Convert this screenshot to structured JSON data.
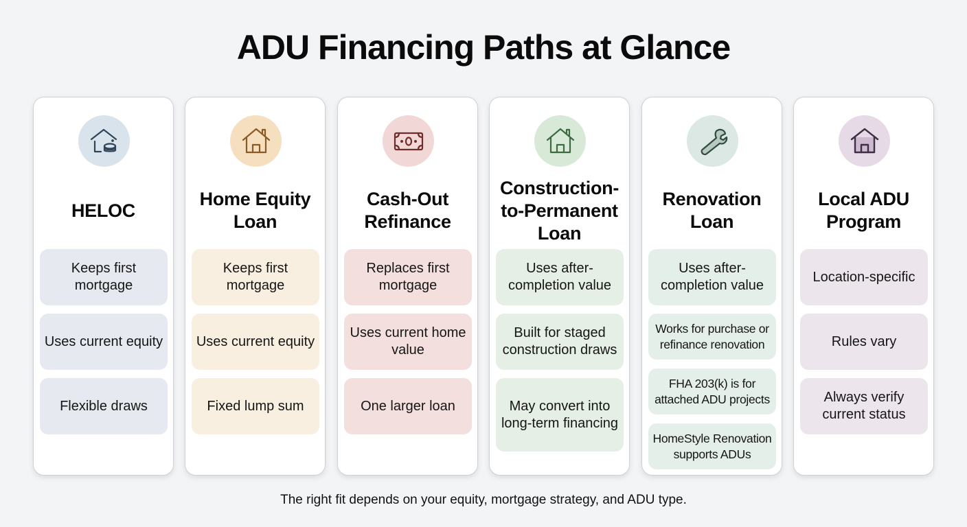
{
  "title": "ADU Financing Paths at Glance",
  "footer": "The right fit depends on your equity, mortgage strategy, and ADU type.",
  "colors": {
    "heloc": {
      "circle": "#d9e3ec",
      "icon": "#2f4458",
      "pill": "#e6eaf0"
    },
    "home_equity": {
      "circle": "#f6dfbf",
      "icon": "#8a5a24",
      "pill": "#f8efe0"
    },
    "cash_out": {
      "circle": "#f1d8d6",
      "icon": "#6e2c2a",
      "pill": "#f3e0de"
    },
    "construction": {
      "circle": "#d8ead7",
      "icon": "#3c6a41",
      "pill": "#e5efe6"
    },
    "renovation": {
      "circle": "#dbe8e3",
      "icon": "#2f4a40",
      "pill": "#e4efea"
    },
    "local": {
      "circle": "#e6dae6",
      "icon": "#3e2f45",
      "pill": "#ece6ec"
    }
  },
  "cards": [
    {
      "title": "HELOC",
      "icon": "house-coin-icon",
      "features": [
        "Keeps first mortgage",
        "Uses current equity",
        "Flexible draws"
      ]
    },
    {
      "title": "Home Equity Loan",
      "icon": "house-icon",
      "features": [
        "Keeps first mortgage",
        "Uses current equity",
        "Fixed lump sum"
      ]
    },
    {
      "title": "Cash-Out Refinance",
      "icon": "cash-bill-icon",
      "features": [
        "Replaces first mortgage",
        "Uses current home value",
        "One larger loan"
      ]
    },
    {
      "title": "Construction-to-Permanent Loan",
      "icon": "house-icon",
      "features": [
        "Uses after-completion value",
        "Built for staged construction draws",
        "May convert into long-term financing"
      ]
    },
    {
      "title": "Renovation Loan",
      "icon": "wrench-icon",
      "features": [
        "Uses after-completion value",
        "Works for purchase or refinance renovation",
        "FHA 203(k) is for attached ADU projects",
        "HomeStyle Renovation supports ADUs"
      ]
    },
    {
      "title": "Local ADU Program",
      "icon": "house-icon",
      "features": [
        "Location-specific",
        "Rules vary",
        "Always verify current status"
      ]
    }
  ]
}
